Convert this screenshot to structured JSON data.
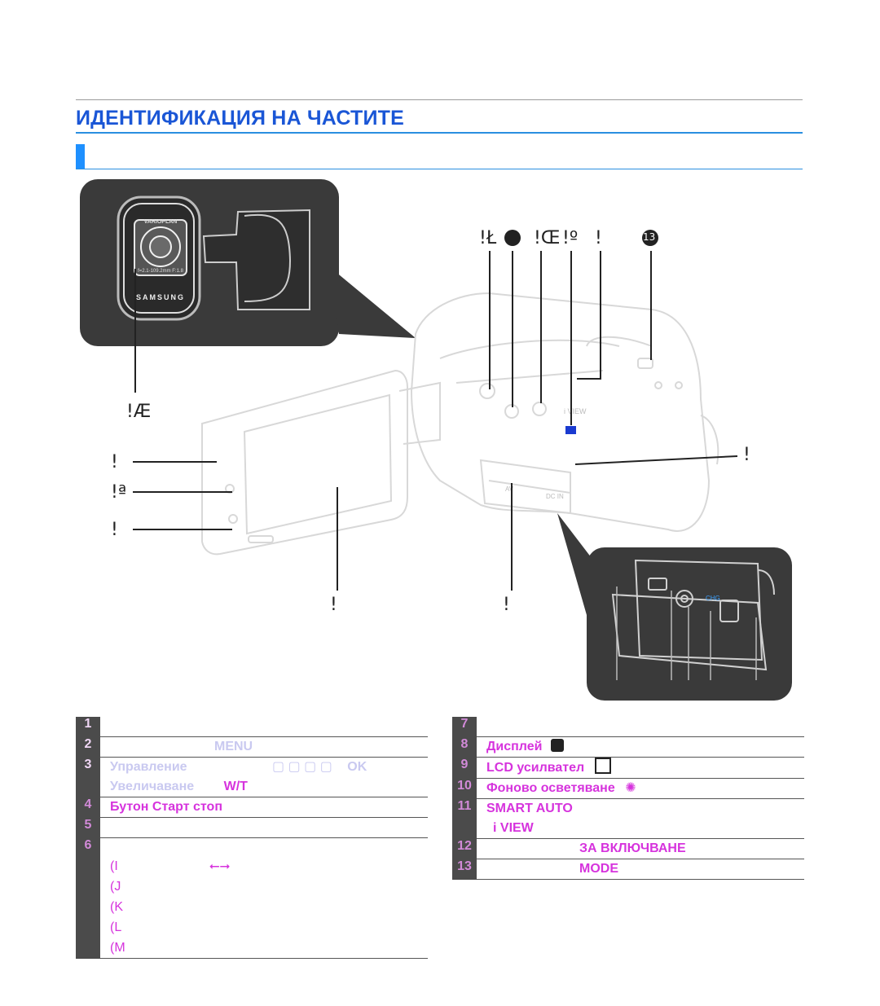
{
  "page": {
    "title": "ИДЕНТИФИКАЦИЯ НА ЧАСТИТЕ"
  },
  "diagram": {
    "lens_text_top": "VARIOPLAN",
    "lens_text_spec": "f=2.1-109.2mm F:1.8",
    "lens_brand": "SAMSUNG",
    "camera_view_label": "i VIEW",
    "jack_av": "AV",
    "jack_dcin": "DC IN",
    "inset_label_chg": "CHG",
    "callouts": {
      "top_row": [
        "!Ł",
        "!Œ",
        "!º",
        "!"
      ],
      "top_circle_12": "",
      "top_circle_13": "13",
      "lens": "!Æ",
      "left_1": "!",
      "left_2": "!ª",
      "left_3": "!",
      "right_1": "!",
      "bottom_1": "!",
      "bottom_2": "!"
    }
  },
  "table_left": {
    "rows": [
      {
        "num": "1",
        "lines": [
          ""
        ]
      },
      {
        "num": "2",
        "lines": [
          "MENU"
        ]
      },
      {
        "num": "3",
        "lines": [
          "Управление",
          "",
          "OK",
          "Увеличаване",
          "W/T"
        ]
      },
      {
        "num": "4",
        "lines": [
          "Бутон Старт стоп"
        ]
      },
      {
        "num": "5",
        "lines": [
          ""
        ]
      },
      {
        "num": "6",
        "lines": [
          "",
          "(I",
          "(J",
          "(K",
          "(L",
          "(M"
        ]
      }
    ]
  },
  "table_right": {
    "rows": [
      {
        "num": "7",
        "text": ""
      },
      {
        "num": "8",
        "text": "Дисплей"
      },
      {
        "num": "9",
        "text": "LCD усилвател"
      },
      {
        "num": "10",
        "text": "Фоново осветяване"
      },
      {
        "num": "11",
        "text": "SMART AUTO",
        "text2": "i VIEW"
      },
      {
        "num": "12",
        "text": "ЗА ВКЛЮЧВАНЕ"
      },
      {
        "num": "13",
        "text": "MODE"
      }
    ]
  }
}
